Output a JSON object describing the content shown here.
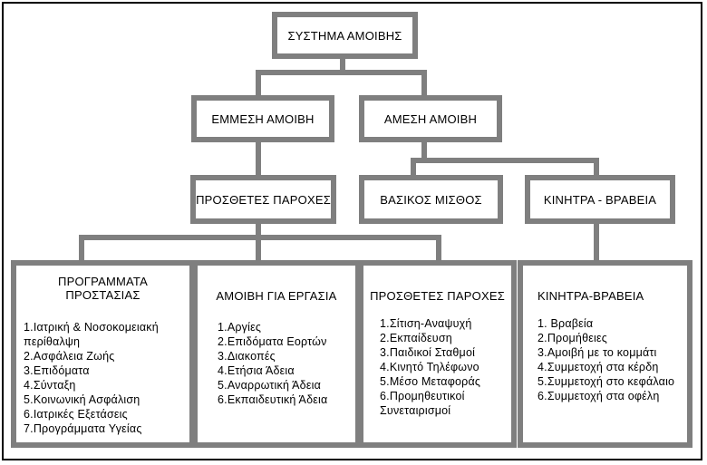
{
  "diagram": {
    "root": "ΣΥΣΤΗΜΑ ΑΜΟΙΒΗΣ",
    "indirect": "ΕΜΜΕΣΗ ΑΜΟΙΒΗ",
    "direct": "ΑΜΕΣΗ ΑΜΟΙΒΗ",
    "additional_benefits": "ΠΡΟΣΘΕΤΕΣ ΠΑΡΟΧΕΣ",
    "base_salary": "ΒΑΣΙΚΟΣ ΜΙΣΘΟΣ",
    "incentives": "ΚΙΝΗΤΡΑ - ΒΡΑΒΕΙΑ",
    "columns": [
      {
        "title": "ΠΡΟΓΡΑΜΜΑΤΑ ΠΡΟΣΤΑΣΙΑΣ",
        "items": [
          "1.Ιατρική & Νοσοκομειακή περίθαλψη",
          "2.Ασφάλεια Ζωής",
          "3.Επιδόματα",
          "4.Σύνταξη",
          "5.Κοινωνική Ασφάλιση",
          "6.Ιατρικές Εξετάσεις",
          "7.Προγράμματα Υγείας"
        ]
      },
      {
        "title": "ΑΜΟΙΒΗ ΓΙΑ ΕΡΓΑΣΙΑ",
        "items": [
          "1.Αργίες",
          "2.Επιδόματα Εορτών",
          "3.Διακοπές",
          "4.Ετήσια Άδεια",
          "5.Αναρρωτική Άδεια",
          "6.Εκπαιδευτική Άδεια"
        ]
      },
      {
        "title": "ΠΡΟΣΘΕΤΕΣ ΠΑΡΟΧΕΣ",
        "items": [
          "1.Σίτιση-Αναψυχή",
          "2.Εκπαίδευση",
          "3.Παιδικοί Σταθμοί",
          "4.Κινητό Τηλέφωνο",
          "5.Μέσο Μεταφοράς",
          "6.Προμηθευτικοί Συνεταιρισμοί"
        ]
      },
      {
        "title": "ΚΙΝΗΤΡΑ-ΒΡΑΒΕΙΑ",
        "items": [
          "1. Βραβεία",
          "2.Προμήθειες",
          "3.Αμοιβή με το κομμάτι",
          "4.Συμμετοχή στα κέρδη",
          "5.Συμμετοχή στο κεφάλαιο",
          "6.Συμμετοχή στα οφέλη"
        ]
      }
    ],
    "colors": {
      "border": "#7f7f7f",
      "frame": "#000000",
      "background": "#ffffff",
      "text": "#000000"
    }
  }
}
